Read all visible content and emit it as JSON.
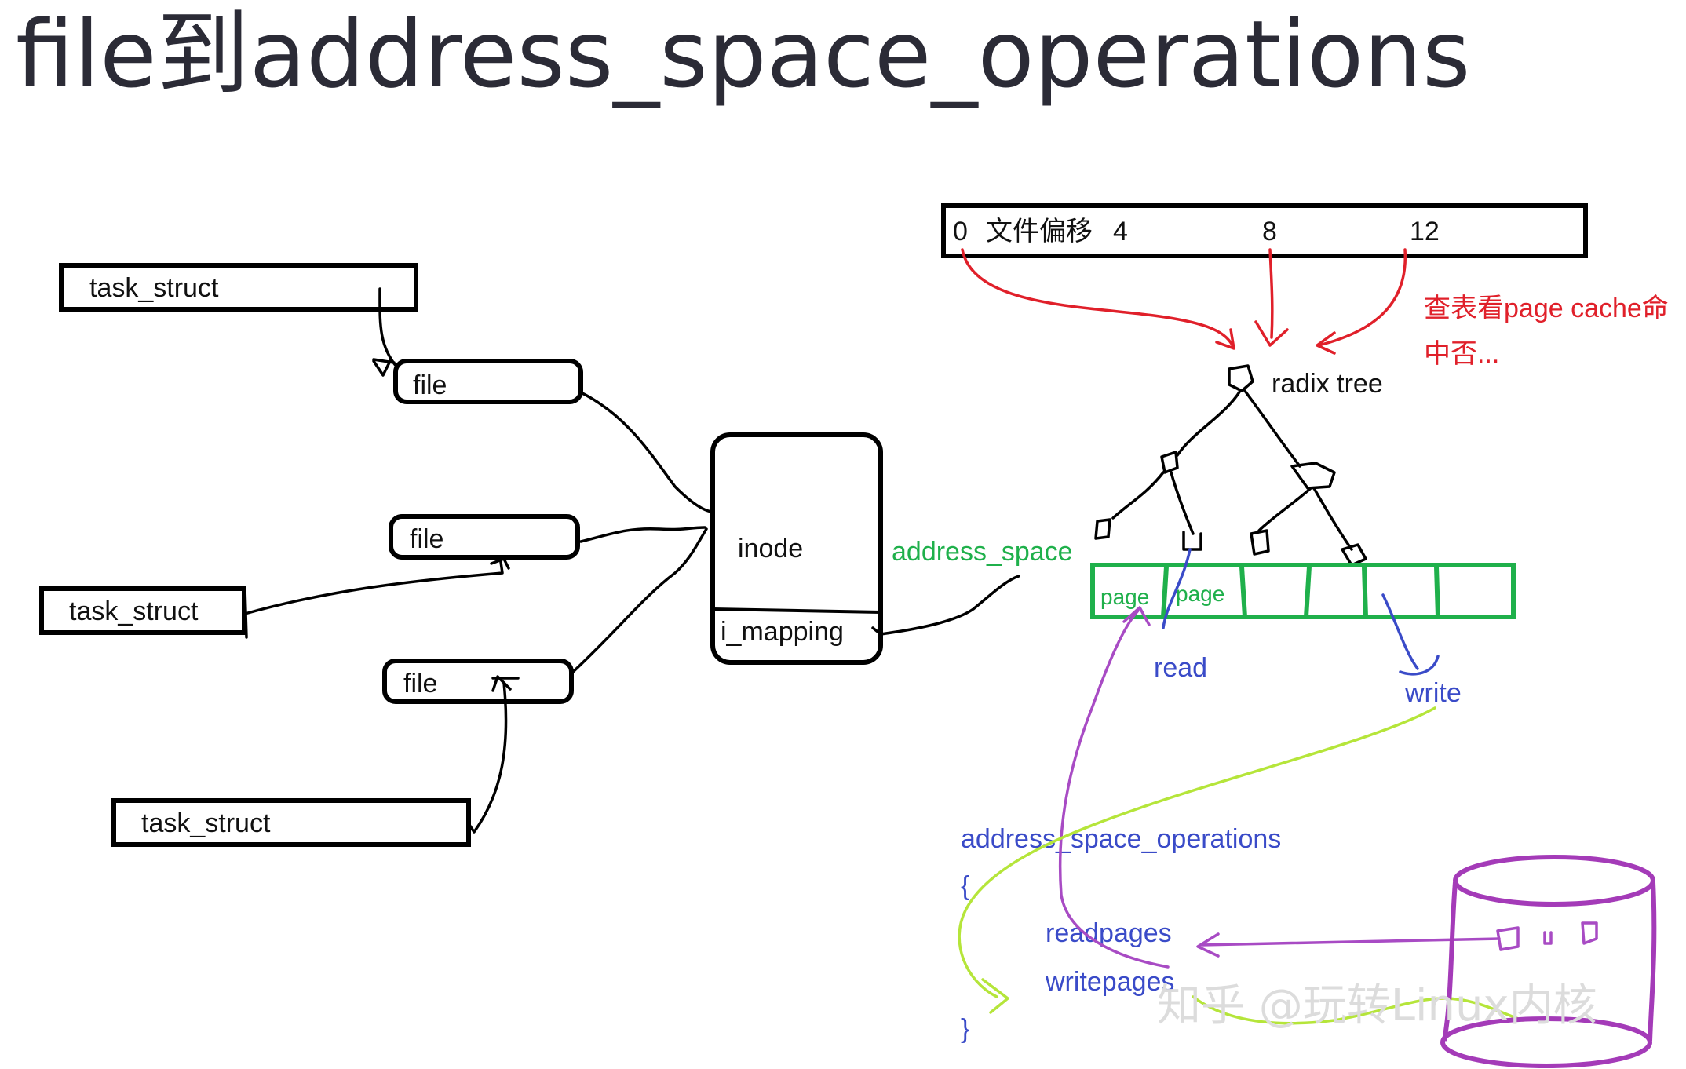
{
  "title": "file到address_space_operations",
  "left": {
    "task_struct_1": "task_struct",
    "task_struct_2": "task_struct",
    "task_struct_3": "task_struct",
    "file_1": "file",
    "file_2": "file",
    "file_3": "file"
  },
  "inode": {
    "label": "inode",
    "mapping": "i_mapping"
  },
  "address_space_label": "address_space",
  "offset_bar": {
    "zero": "0",
    "caption": "文件偏移",
    "four": "4",
    "eight": "8",
    "twelve": "12"
  },
  "lookup_note_line1": "查表看page cache命",
  "lookup_note_line2": "中否...",
  "radix_tree_label": "radix tree",
  "pages": [
    "page",
    "page"
  ],
  "read_label": "read",
  "write_label": "write",
  "aops": {
    "name": "address_space_operations",
    "open_brace": "{",
    "readpages": "readpages",
    "writepages": "writepages",
    "close_brace": "}"
  },
  "watermark": "知乎 @玩转Linux内核",
  "colors": {
    "title": "#2b2b36",
    "red": "#e0202a",
    "green": "#1fb04b",
    "blue": "#3a4bc8",
    "purple": "#a84bc4",
    "lime": "#b5e53a"
  }
}
